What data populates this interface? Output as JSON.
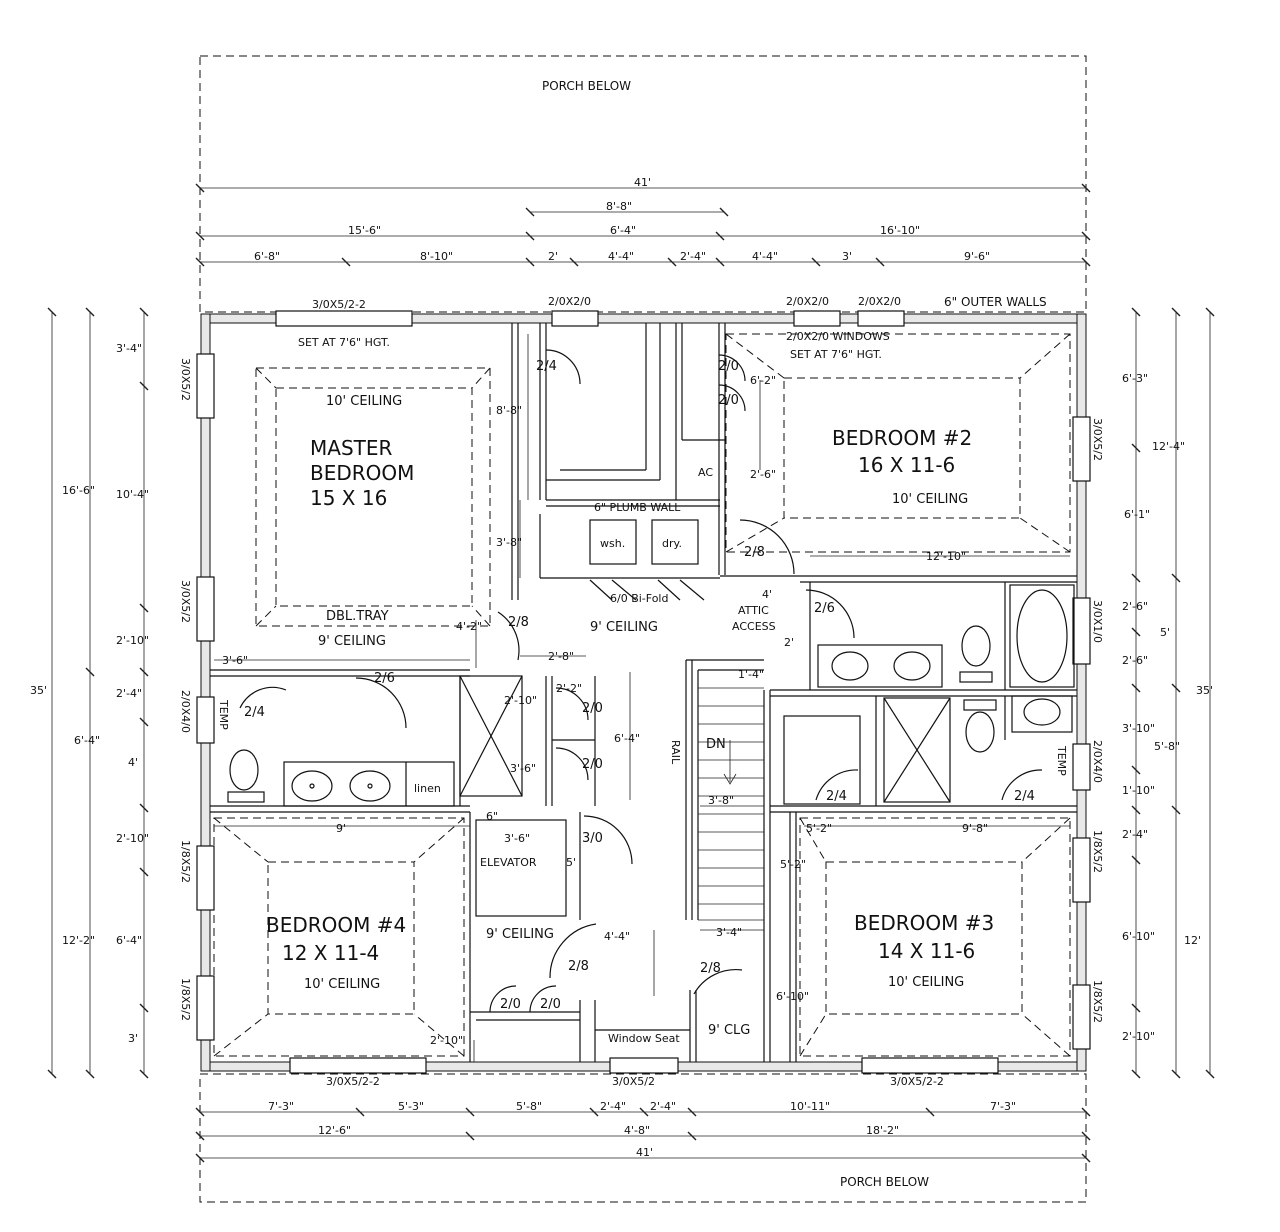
{
  "labels": {
    "porch_top": "PORCH BELOW",
    "porch_bottom": "PORCH BELOW",
    "outer_walls": "6\" OUTER WALLS",
    "master_name": "MASTER",
    "master_name2": "BEDROOM",
    "master_size": "15 X 16",
    "master_ceiling": "10' CEILING",
    "master_tray": "DBL.TRAY",
    "master_ceiling2": "9' CEILING",
    "bed2_name": "BEDROOM #2",
    "bed2_size": "16 X 11-6",
    "bed2_ceiling": "10' CEILING",
    "bed3_name": "BEDROOM #3",
    "bed3_size": "14 X 11-6",
    "bed3_ceiling": "10' CEILING",
    "bed4_name": "BEDROOM #4",
    "bed4_size": "12 X 11-4",
    "bed4_ceiling": "10' CEILING",
    "set_at_1": "SET AT 7'6\" HGT.",
    "set_at_2": "SET AT 7'6\" HGT.",
    "windows_note": "2/0X2/0 WINDOWS",
    "plumb_wall": "6\" PLUMB WALL",
    "wsh": "wsh.",
    "dry": "dry.",
    "bifold": "6/0 Bi-Fold",
    "hall_ceiling": "9' CEILING",
    "attic": "ATTIC",
    "attic2": "ACCESS",
    "ac": "AC",
    "linen": "linen",
    "temp_left": "TEMP",
    "temp_right": "TEMP",
    "elevator": "ELEVATOR",
    "elevator_dim": "5'",
    "elev_ceiling": "9' CEILING",
    "dn": "DN",
    "rail": "RAIL",
    "window_seat": "Window Seat",
    "clg": "9' CLG"
  },
  "windows": {
    "top_master": "3/0X5/2-2",
    "top_closet": "2/0X2/0",
    "top_bed2a": "2/0X2/0",
    "top_bed2b": "2/0X2/0",
    "left_master_a": "3/0X5/2",
    "left_master_b": "3/0X5/2",
    "left_bath": "2/0X4/0",
    "left_bed4_a": "1/8X5/2",
    "left_bed4_b": "1/8X5/2",
    "right_bed2": "3/0X5/2",
    "right_bath": "3/0X1/0",
    "right_bath2": "2/0X4/0",
    "right_bed3_a": "1/8X5/2",
    "right_bed3_b": "1/8X5/2",
    "bottom_bed4": "3/0X5/2-2",
    "bottom_seat": "3/0X5/2",
    "bottom_bed3": "3/0X5/2-2"
  },
  "doors": {
    "d_closet": "2/4",
    "d_ac1": "2/0",
    "d_ac2": "2/0",
    "d_bed2": "2/8",
    "d_attic": "2/6",
    "d_master": "2/8",
    "d_mbath": "2/6",
    "d_mbath2": "2/4",
    "d_lc1": "2/0",
    "d_lc2": "2/0",
    "d_elev": "3/0",
    "d_b3a": "2/4",
    "d_b3b": "2/4",
    "d_b4": "2/8",
    "d_hall": "2/8",
    "d_c1": "2/0",
    "d_c2": "2/0"
  },
  "dims_top": {
    "overall": "41'",
    "d866": "8'-8\"",
    "d156": "15'-6\"",
    "d64": "6'-4\"",
    "d1610": "16'-10\"",
    "d68": "6'-8\"",
    "d810": "8'-10\"",
    "d2": "2'",
    "d44a": "4'-4\"",
    "d24": "2'-4\"",
    "d44b": "4'-4\"",
    "d3": "3'",
    "d96": "9'-6\""
  },
  "dims_bottom": {
    "d73a": "7'-3\"",
    "d53": "5'-3\"",
    "d58": "5'-8\"",
    "d24a": "2'-4\"",
    "d24b": "2'-4\"",
    "d1011": "10'-11\"",
    "d73b": "7'-3\"",
    "d126": "12'-6\"",
    "d48": "4'-8\"",
    "d182": "18'-2\"",
    "overall": "41'"
  },
  "dims_left": {
    "overall": "35'",
    "d166": "16'-6\"",
    "d122": "12'-2\"",
    "d34": "3'-4\"",
    "d104": "10'-4\"",
    "d210a": "2'-10\"",
    "d24": "2'-4\"",
    "d4": "4'",
    "d64a": "6'-4\"",
    "d210b": "2'-10\"",
    "d64b": "6'-4\"",
    "d3": "3'"
  },
  "dims_right": {
    "overall": "35'",
    "d124": "12'-4\"",
    "d5": "5'",
    "d58": "5'-8\"",
    "d12": "12'",
    "d63": "6'-3\"",
    "d61": "6'-1\"",
    "d26a": "2'-6\"",
    "d26b": "2'-6\"",
    "d310": "3'-10\"",
    "d110": "1'-10\"",
    "d24": "2'-4\"",
    "d610": "6'-10\"",
    "d210": "2'-10\""
  },
  "dims_inner": {
    "i88": "8'-8\"",
    "i62": "6'-2\"",
    "i26": "2'-6\"",
    "i38": "3'-8\"",
    "i1210": "12'-10\"",
    "i4": "4'",
    "i2": "2'",
    "i42": "4'-2\"",
    "i28": "2'-8\"",
    "i36a": "3'-6\"",
    "i14": "1'-4\"",
    "i210": "2'-10\"",
    "i22": "2'-2\"",
    "i64": "6'-4\"",
    "i36b": "3'-6\"",
    "i9": "9'",
    "i6": "6\"",
    "i36c": "3'-6\"",
    "i38b": "3'-8\"",
    "i52a": "5'-2\"",
    "i98": "9'-8\"",
    "i52b": "5'-2\"",
    "i34": "3'-4\"",
    "i44": "4'-4\"",
    "i610": "6'-10\"",
    "i210b": "2'-10\""
  }
}
